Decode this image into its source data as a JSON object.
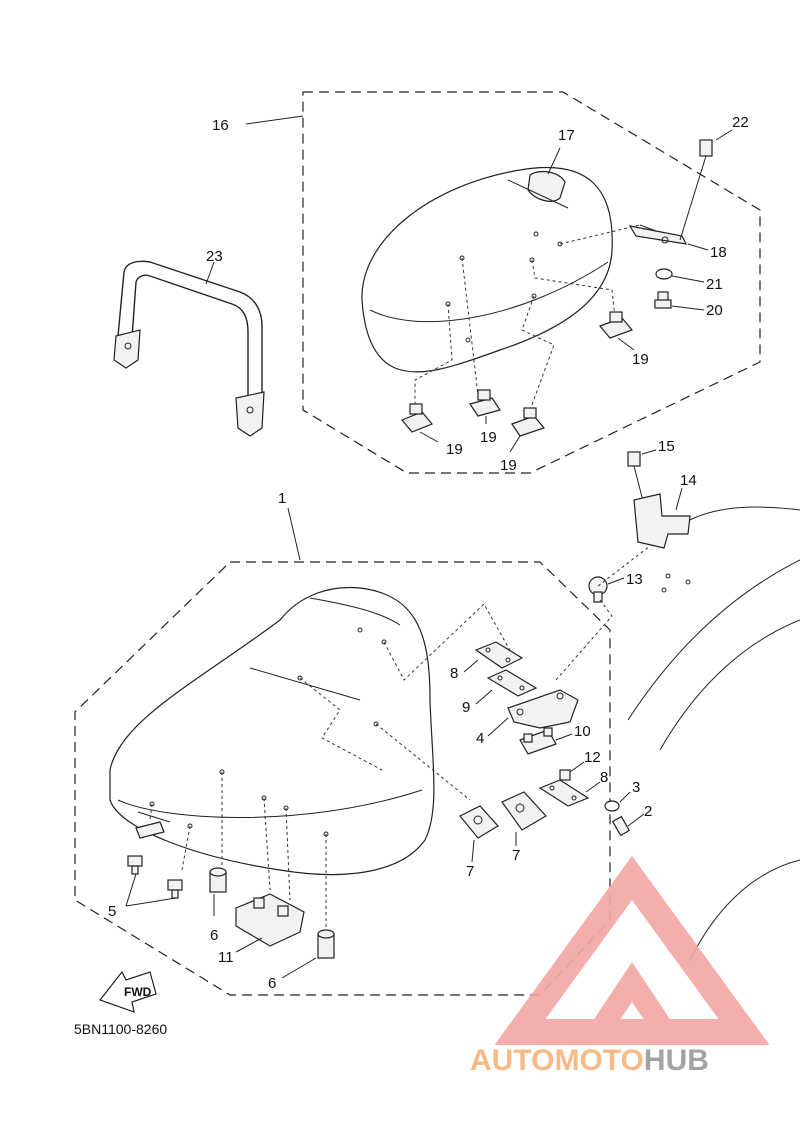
{
  "callouts": {
    "c1": "1",
    "c2": "2",
    "c3": "3",
    "c4": "4",
    "c5": "5",
    "c6a": "6",
    "c6b": "6",
    "c7a": "7",
    "c7b": "7",
    "c8a": "8",
    "c8b": "8",
    "c9": "9",
    "c10": "10",
    "c11": "11",
    "c12": "12",
    "c13": "13",
    "c14": "14",
    "c15": "15",
    "c16": "16",
    "c17": "17",
    "c18": "18",
    "c19a": "19",
    "c19b": "19",
    "c19c": "19",
    "c19d": "19",
    "c20": "20",
    "c21": "21",
    "c22": "22",
    "c23": "23"
  },
  "drawing_code": "5BN1100-8260",
  "fwd_label": "FWD",
  "watermark": {
    "part1": "AUTOMOTO",
    "part2": "HUB",
    "color1": "#f6b37a",
    "color2": "#9a9a9a",
    "logo_color": "#f4a6a6"
  }
}
